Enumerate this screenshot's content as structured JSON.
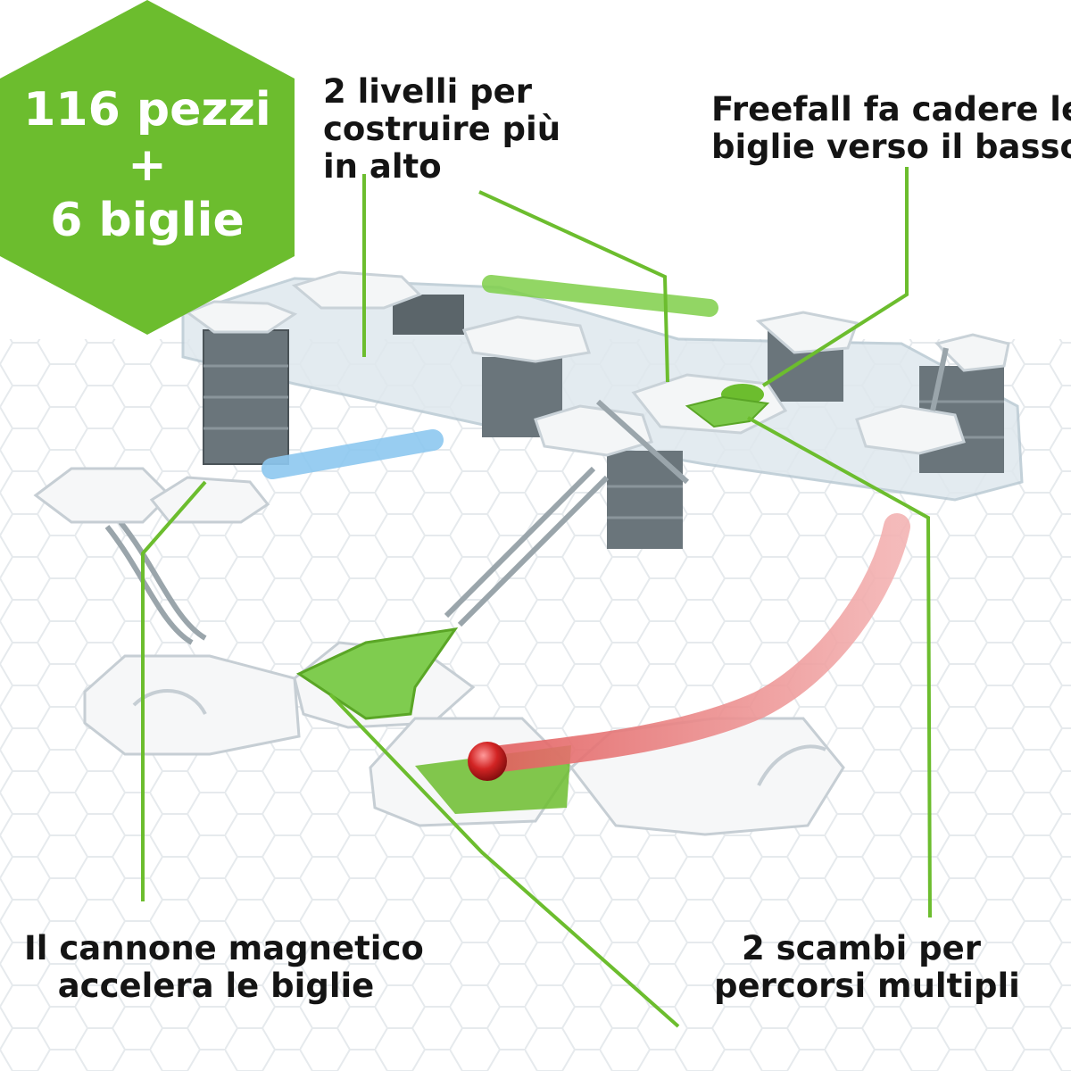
{
  "badge": {
    "line1": "116 pezzi",
    "line2": "+",
    "line3": "6 biglie"
  },
  "callouts": {
    "levels": [
      "2 livelli per",
      "costruire più",
      "in alto"
    ],
    "freefall": [
      "Freefall fa cadere le",
      "biglie verso il basso"
    ],
    "cannon": [
      "Il cannone magnetico",
      "accelera le biglie"
    ],
    "switches": [
      "2 scambi per",
      "percorsi multipli"
    ]
  },
  "colors": {
    "brand_green": "#6cbd2e",
    "leader_line": "#6cbd2e",
    "text": "#141414",
    "hex_tile": "#e9eef1",
    "pillar": "#5f6a70",
    "red_track": "#d64a4a",
    "blue_cannon": "#4fa7e6"
  }
}
